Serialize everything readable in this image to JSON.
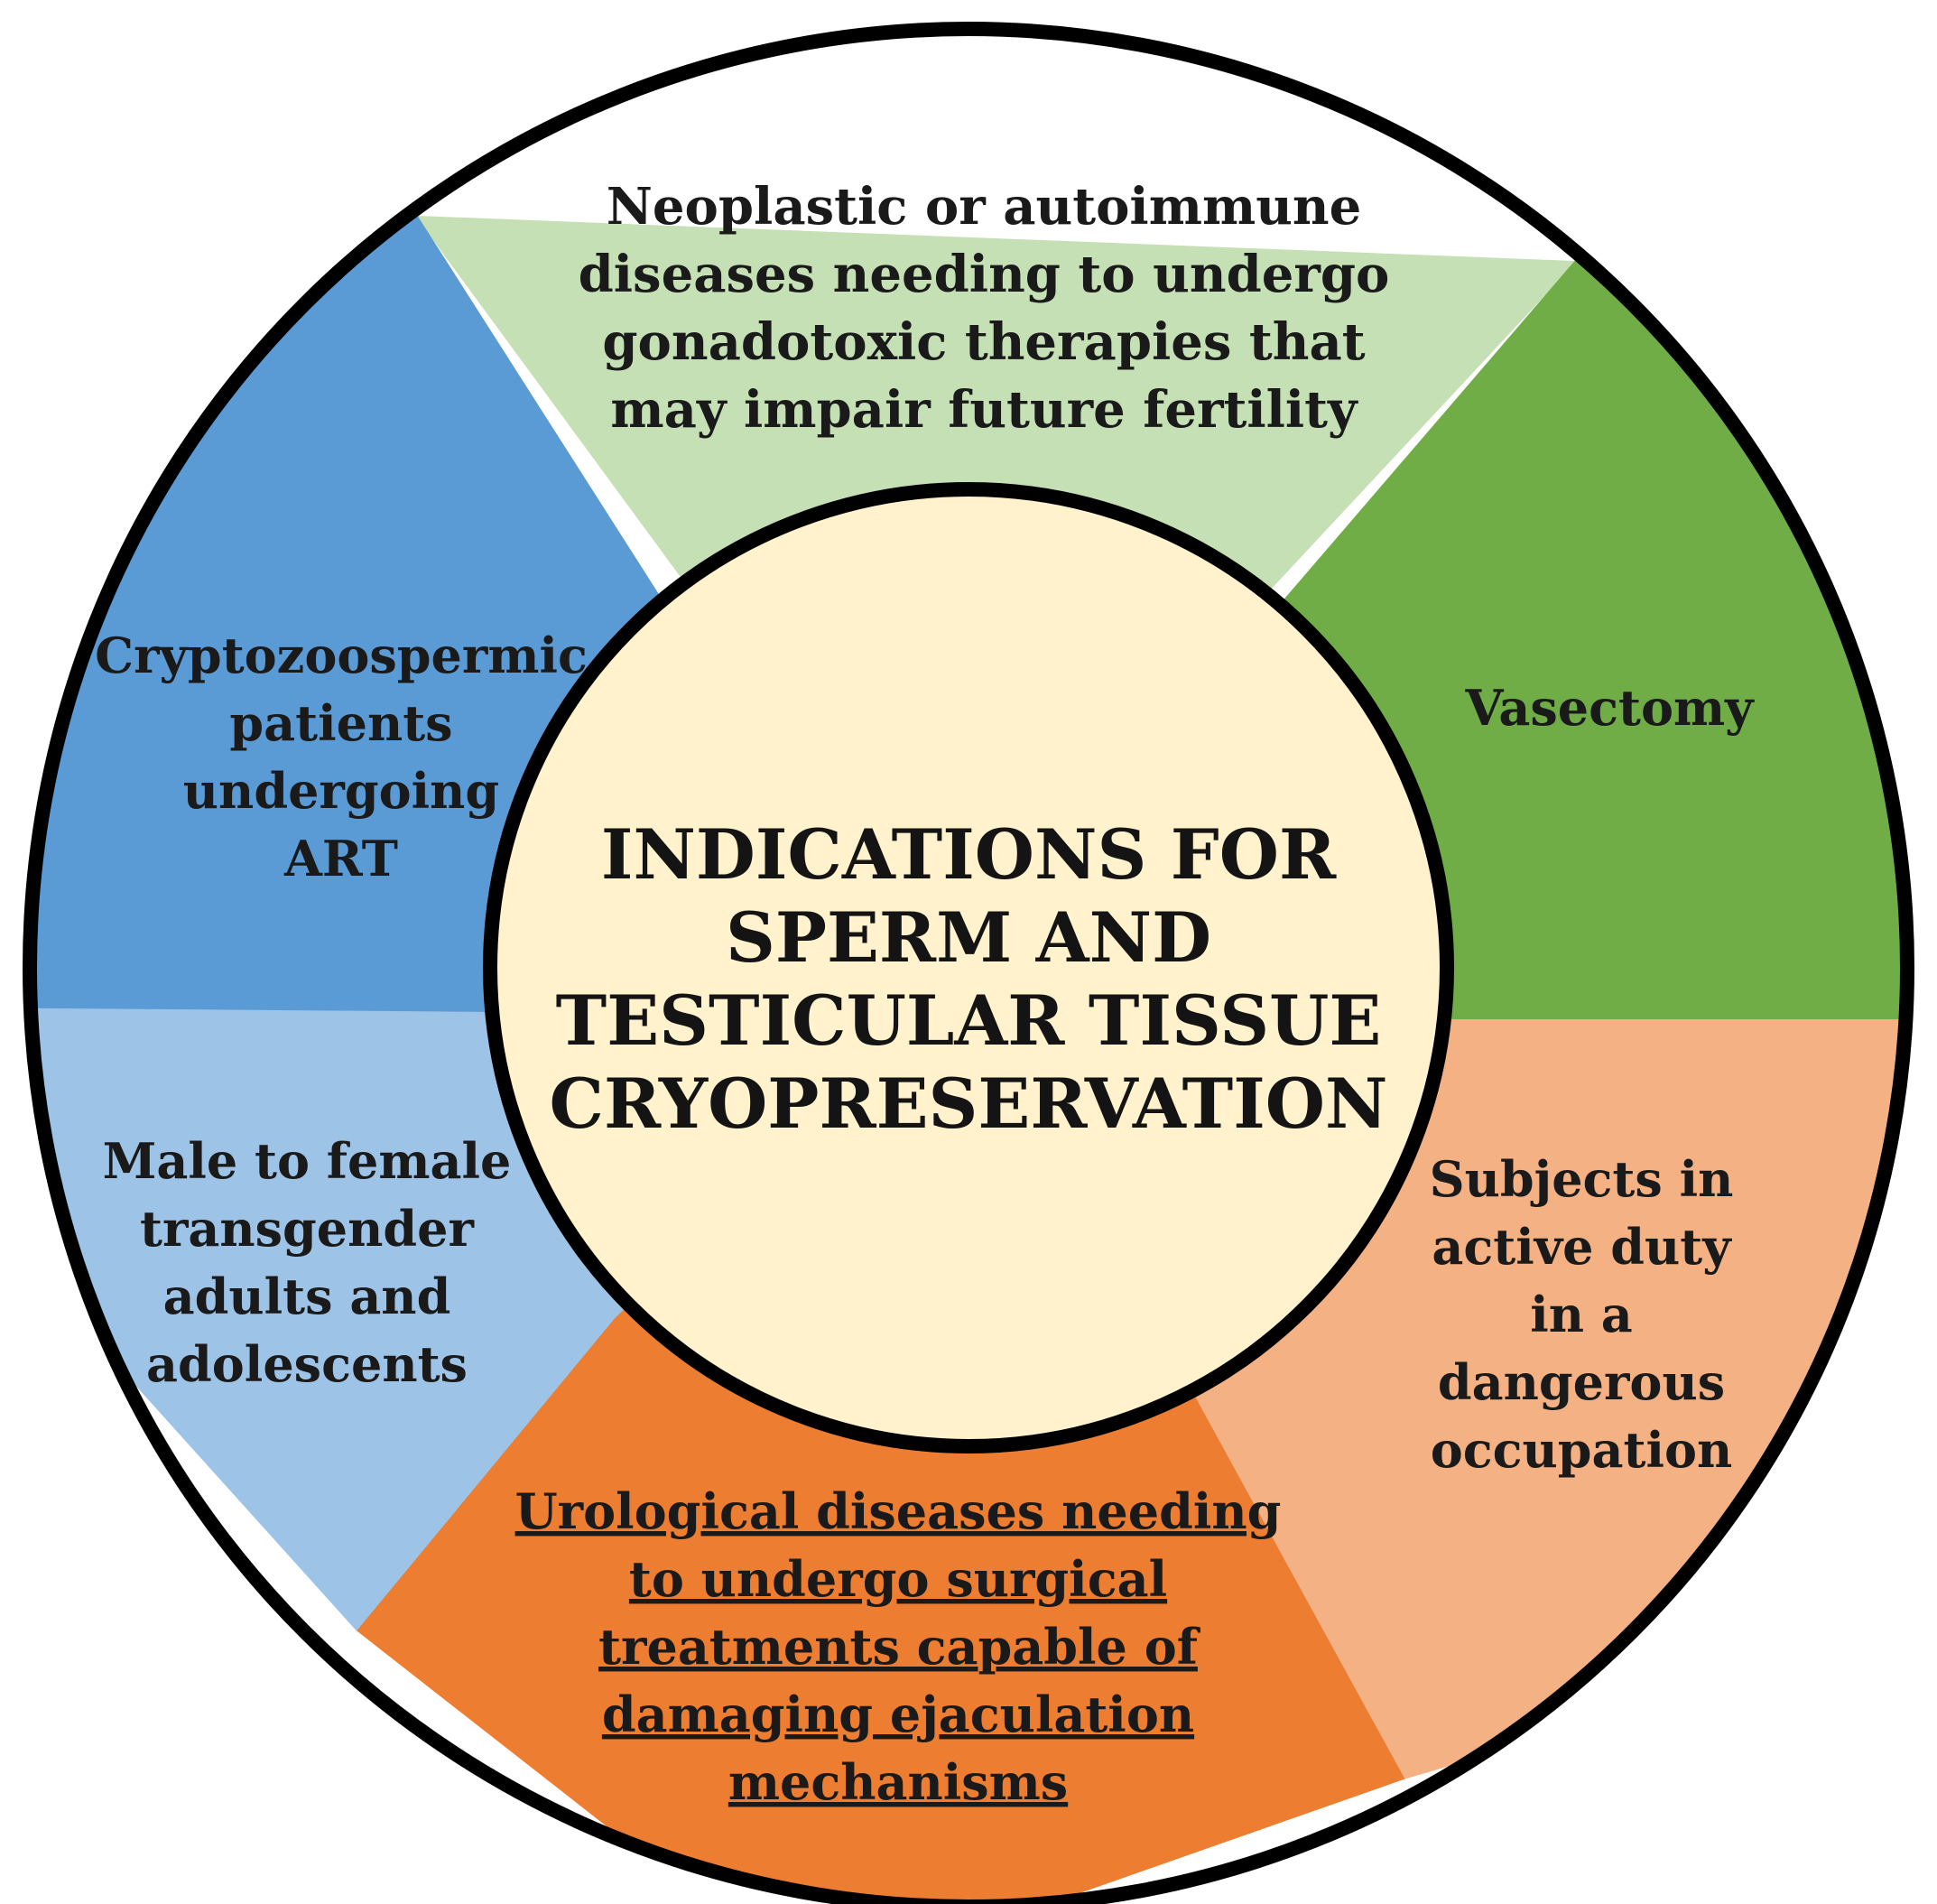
{
  "center": {
    "lines": [
      "INDICATIONS FOR",
      "SPERM AND",
      "TESTICULAR TISSUE",
      "CRYOPRESERVATION"
    ],
    "color": "#FFF2CC"
  },
  "segments": [
    {
      "id": "neoplastic",
      "lines": [
        "Neoplastic or autoimmune",
        "diseases needing to undergo",
        "gonadotoxic therapies that",
        "may impair future fertility"
      ],
      "color": "#C5E0B4",
      "underline": false
    },
    {
      "id": "vasectomy",
      "lines": [
        "Vasectomy"
      ],
      "color": "#70AD47",
      "underline": false
    },
    {
      "id": "dangerous-occupation",
      "lines": [
        "Subjects in",
        "active duty",
        "in a",
        "dangerous",
        "occupation"
      ],
      "color": "#F4B183",
      "underline": false
    },
    {
      "id": "urological",
      "lines": [
        "Urological diseases needing",
        "to undergo surgical",
        "treatments capable of",
        "damaging ejaculation",
        "mechanisms"
      ],
      "color": "#ED7D31",
      "underline": true
    },
    {
      "id": "transgender",
      "lines": [
        "Male to female",
        "transgender",
        "adults and",
        "adolescents"
      ],
      "color": "#9DC3E6",
      "underline": false
    },
    {
      "id": "cryptozoospermic",
      "lines": [
        "Cryptozoospermic",
        "patients",
        "undergoing",
        "ART"
      ],
      "color": "#5B9BD5",
      "underline": false
    }
  ]
}
